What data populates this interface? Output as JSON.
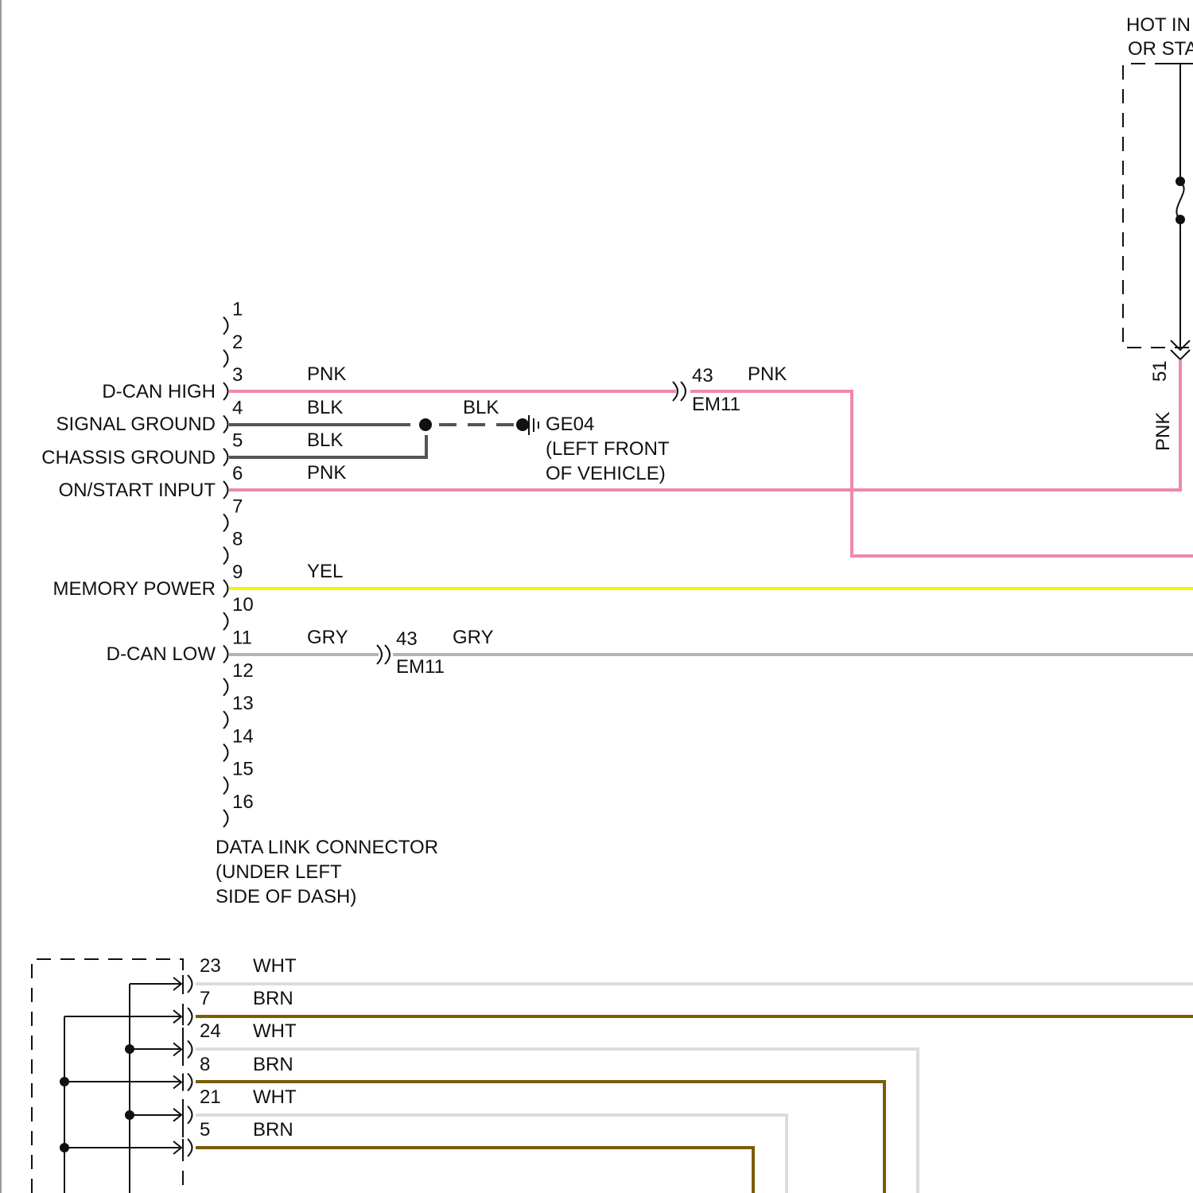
{
  "colors": {
    "PNK": "#ee8aa8",
    "BLK": "#555555",
    "YEL": "#f5f500",
    "GRY": "#b4b4b4",
    "WHT": "#dcdcdc",
    "BRN": "#7a5c05"
  },
  "top_right": {
    "label_line1": "HOT IN",
    "label_line2": "OR STA",
    "pin": "51",
    "wire_color": "PNK"
  },
  "dlc": {
    "pins": [
      "1",
      "2",
      "3",
      "4",
      "5",
      "6",
      "7",
      "8",
      "9",
      "10",
      "11",
      "12",
      "13",
      "14",
      "15",
      "16"
    ],
    "signals": [
      {
        "name": "D-CAN HIGH",
        "pin": "3",
        "wire": "PNK"
      },
      {
        "name": "SIGNAL GROUND",
        "pin": "4",
        "wire": "BLK"
      },
      {
        "name": "CHASSIS GROUND",
        "pin": "5",
        "wire": "BLK"
      },
      {
        "name": "ON/START INPUT",
        "pin": "6",
        "wire": "PNK"
      },
      {
        "name": "MEMORY POWER",
        "pin": "9",
        "wire": "YEL"
      },
      {
        "name": "D-CAN LOW",
        "pin": "11",
        "wire": "GRY"
      }
    ],
    "caption": [
      "DATA LINK CONNECTOR",
      "(UNDER LEFT",
      "SIDE OF DASH)"
    ]
  },
  "connectors": [
    {
      "pin": "43",
      "name": "EM11",
      "wire": "PNK"
    },
    {
      "pin": "43",
      "name": "EM11",
      "wire": "GRY"
    }
  ],
  "ground": {
    "wire": "BLK",
    "name": "GE04",
    "location": [
      "(LEFT FRONT",
      "OF VEHICLE)"
    ]
  },
  "bottom_connector": {
    "pins": [
      {
        "pin": "23",
        "wire": "WHT"
      },
      {
        "pin": "7",
        "wire": "BRN"
      },
      {
        "pin": "24",
        "wire": "WHT"
      },
      {
        "pin": "8",
        "wire": "BRN"
      },
      {
        "pin": "21",
        "wire": "WHT"
      },
      {
        "pin": "5",
        "wire": "BRN"
      }
    ]
  }
}
